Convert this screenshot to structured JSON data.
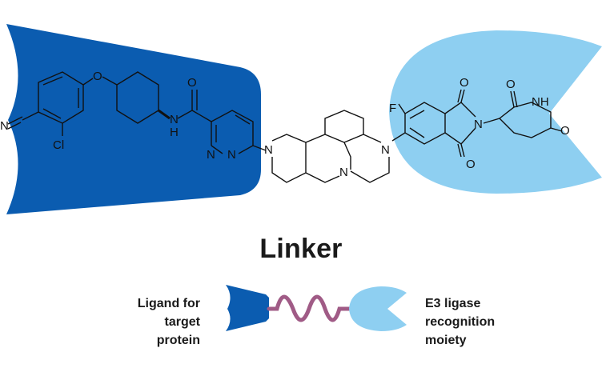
{
  "colors": {
    "target_ligand": "#0b5cb0",
    "e3_ligand": "#8ecff1",
    "linker": "#a05b86",
    "bond": "#111111"
  },
  "title": "Linker",
  "legend": {
    "left_lines": [
      "Ligand for",
      "target",
      "protein"
    ],
    "right_lines": [
      "E3 ligase",
      "recognition",
      "moiety"
    ]
  },
  "atoms": {
    "n_nitrile": "N",
    "o_ether": "O",
    "cl": "Cl",
    "o_amide": "O",
    "n_amide": "N",
    "h_amide": "H",
    "n_pyr1": "N",
    "n_pyr2": "N",
    "n_linker1": "N",
    "n_linker2": "N",
    "n_linker3": "N",
    "f": "F",
    "o_imide_top": "O",
    "o_imide_bottom": "O",
    "n_imide": "N",
    "o_glut1": "O",
    "nh_glut": "NH",
    "o_glut2": "O"
  }
}
